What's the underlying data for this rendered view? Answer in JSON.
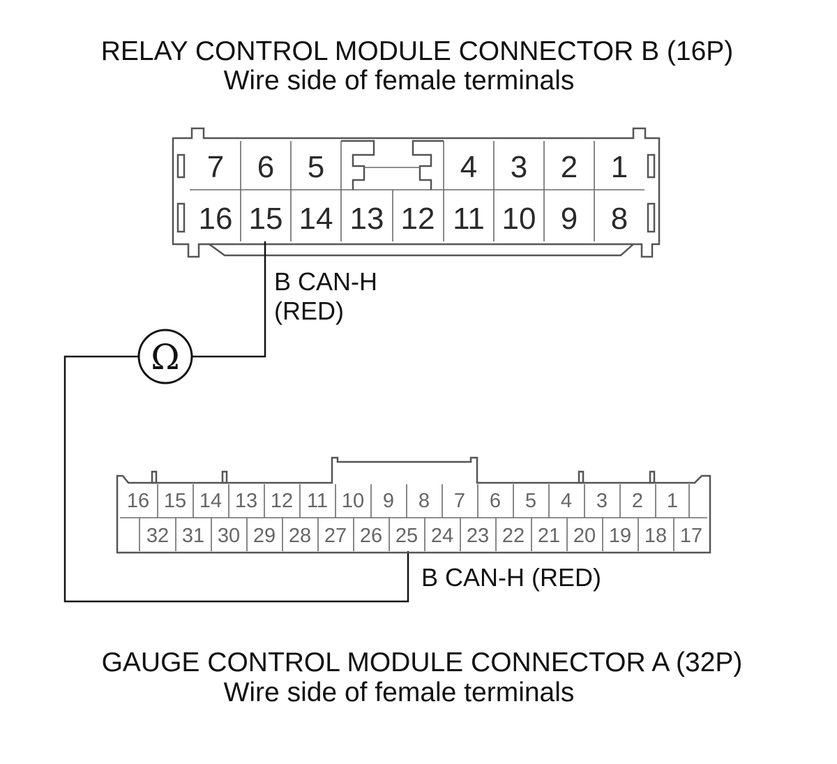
{
  "connector_b": {
    "title": "RELAY CONTROL MODULE CONNECTOR B (16P)",
    "subtitle": "Wire side of female terminals",
    "row1_left": [
      "7",
      "6",
      "5"
    ],
    "row1_right": [
      "4",
      "3",
      "2",
      "1"
    ],
    "row2": [
      "16",
      "15",
      "14",
      "13",
      "12",
      "11",
      "10",
      "9",
      "8"
    ],
    "wire_label_line1": "B CAN-H",
    "wire_label_line2": "(RED)"
  },
  "meter": {
    "symbol": "Ω"
  },
  "connector_a": {
    "title": "GAUGE CONTROL MODULE CONNECTOR A (32P)",
    "subtitle": "Wire side of female terminals",
    "row1": [
      "16",
      "15",
      "14",
      "13",
      "12",
      "11",
      "10",
      "9",
      "8",
      "7",
      "6",
      "5",
      "4",
      "3",
      "2",
      "1"
    ],
    "row2": [
      "32",
      "31",
      "30",
      "29",
      "28",
      "27",
      "26",
      "25",
      "24",
      "23",
      "22",
      "21",
      "20",
      "19",
      "18",
      "17"
    ],
    "wire_label": "B CAN-H (RED)"
  }
}
